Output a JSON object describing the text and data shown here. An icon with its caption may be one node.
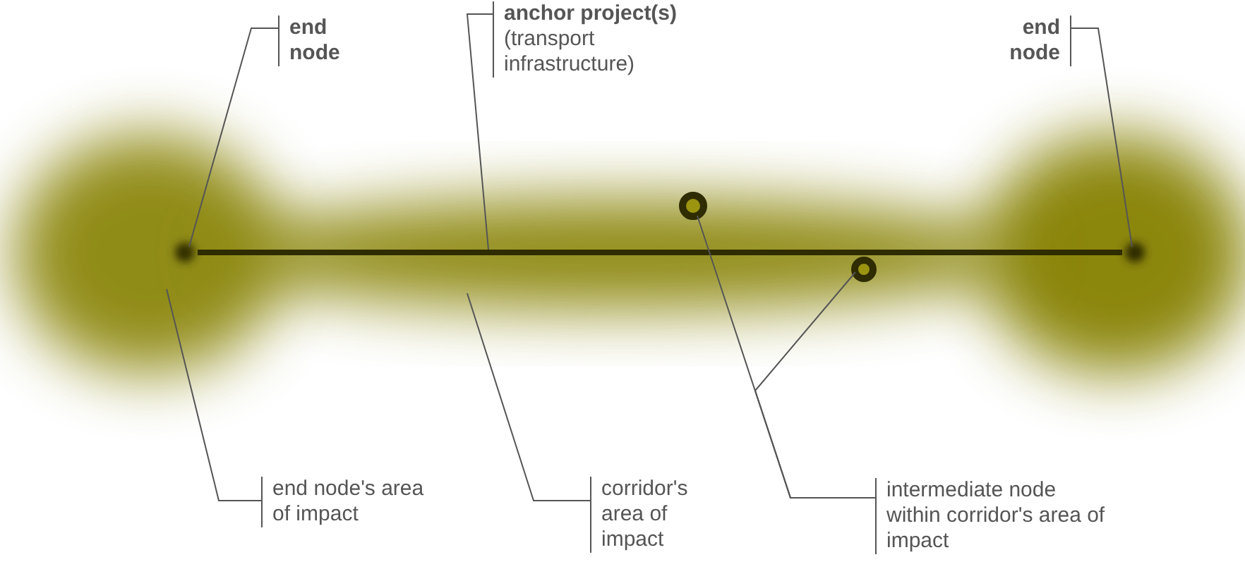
{
  "diagram": {
    "nodes": [
      {
        "text": [
          "end node"
        ]
      },
      {
        "text": [
          "anchor project(s)",
          "(transport infrastructure)"
        ]
      },
      {
        "text": [
          "end node"
        ]
      },
      {
        "text": [
          "end node's area of impact"
        ]
      },
      {
        "text": [
          "corridor's area of impact"
        ]
      },
      {
        "text": [
          "intermediate node within corridor's area of impact"
        ]
      },
      {
        "text": [],
        "shape": "circle",
        "in": 9
      },
      {
        "text": [],
        "shape": "bar"
      },
      {
        "text": [],
        "shape": "circle"
      },
      {
        "text": [],
        "shape": "cloud"
      },
      {
        "text": [],
        "shape": "cloud"
      },
      {
        "text": [],
        "shape": "circle",
        "in": 10
      },
      {
        "text": [],
        "shape": "circle",
        "in": 10
      }
    ],
    "edges": [
      {
        "from": 0,
        "to": 6,
        "arrow": "none"
      },
      {
        "from": 1,
        "to": 7,
        "arrow": "none"
      },
      {
        "from": 2,
        "to": 8,
        "arrow": "none"
      },
      {
        "from": 3,
        "to": 9,
        "arrow": "none"
      },
      {
        "from": 4,
        "to": 10,
        "arrow": "none"
      },
      {
        "from": 5,
        "to": 11,
        "arrow": "none"
      },
      {
        "from": 5,
        "to": 12,
        "arrow": "none"
      }
    ]
  }
}
